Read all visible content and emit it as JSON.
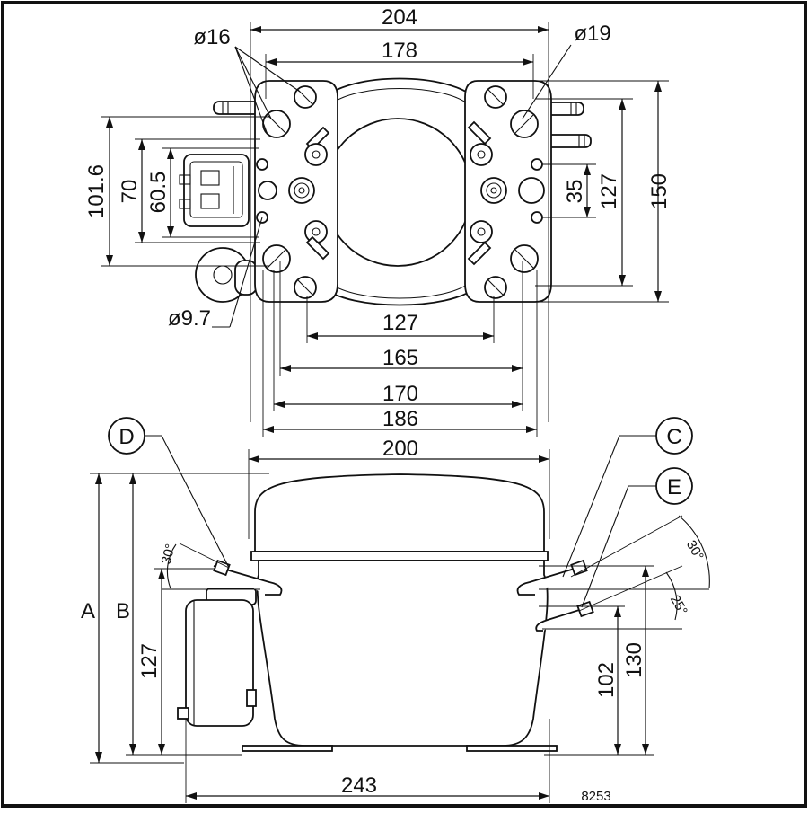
{
  "colors": {
    "frame": "#111111",
    "line": "#111111",
    "background": "#ffffff"
  },
  "top_view": {
    "dims": {
      "width_overall": "204",
      "width_hole_spacing": "178",
      "base_inner": "127",
      "base_165": "165",
      "base_170": "170",
      "base_186": "186",
      "height_150": "150",
      "height_127": "127",
      "height_35": "35",
      "left_101_6": "101.6",
      "left_70": "70",
      "left_60_5": "60.5"
    },
    "holes": {
      "d16": "ø16",
      "d19": "ø19",
      "d9_7": "ø9.7"
    }
  },
  "side_view": {
    "dims": {
      "width_200": "200",
      "width_243": "243",
      "height_127": "127",
      "height_102": "102",
      "height_130": "130",
      "A": "A",
      "B": "B"
    },
    "angles": {
      "left_30": "30°",
      "right_30": "30°",
      "right_25": "25°"
    },
    "callouts": {
      "D": "D",
      "C": "C",
      "E": "E"
    }
  },
  "drawing_number": "8253"
}
